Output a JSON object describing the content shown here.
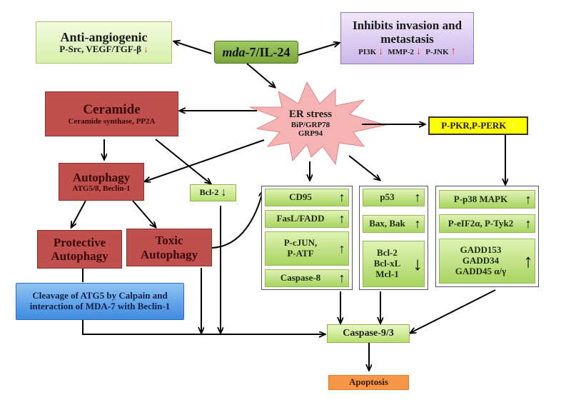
{
  "diagram": {
    "mda7": {
      "prefix": "mda",
      "suffix": "-7/IL-24"
    },
    "anti_angiogenic": {
      "title": "Anti-angiogenic",
      "subtitle": "P-Src, VEGF/TGF-β",
      "arrow": "↓"
    },
    "inhibits": {
      "title_line1": "Inhibits invasion and",
      "title_line2": "metastasis",
      "markers": [
        {
          "label": "PI3K",
          "arrow": "↓"
        },
        {
          "label": "MMP-2",
          "arrow": "↓"
        },
        {
          "label": "P-JNK",
          "arrow": "↑"
        }
      ]
    },
    "er_stress": {
      "title": "ER stress",
      "line2": "BiP/GRP78",
      "line3": "GRP94"
    },
    "ceramide": {
      "title": "Ceramide",
      "subtitle": "Ceramide synthase, PP2A"
    },
    "pkr_perk": {
      "label": "P-PKR,P-PERK",
      "arrow": "↑"
    },
    "autophagy": {
      "title": "Autophagy",
      "subtitle": "ATG5/8, Beclin-1"
    },
    "bcl2_small": {
      "label": "Bcl-2",
      "arrow": "↓"
    },
    "protective": {
      "line1": "Protective",
      "line2": "Autophagy"
    },
    "toxic": {
      "line1": "Toxic",
      "line2": "Autophagy"
    },
    "cleavage": {
      "line1": "Cleavage of ATG5 by Calpain  and",
      "line2": "interaction of MDA-7 with Beclin-1"
    },
    "group1": [
      {
        "label": "CD95",
        "arrow": "↑"
      },
      {
        "label": "FasL/FADD",
        "arrow": "↑"
      },
      {
        "label": "P-cJUN,\nP-ATF",
        "arrow": "↑"
      },
      {
        "label": "Caspase-8",
        "arrow": "↑"
      }
    ],
    "group2": [
      {
        "label": "p53",
        "arrow": "↑"
      },
      {
        "label": "Bax, Bak",
        "arrow": "↑"
      },
      {
        "label": "Bcl-2\nBcl-xL\nMcl-1",
        "arrow": "↓"
      }
    ],
    "group3": [
      {
        "label": "P-p38 MAPK",
        "arrow": "↑"
      },
      {
        "label": "P-eIF2α, P-Tyk2",
        "arrow": "↑"
      },
      {
        "label": "GADD153\nGADD34\nGADD45 α/γ",
        "arrow": "↑"
      }
    ],
    "caspase93": {
      "label": "Caspase-9/3"
    },
    "apoptosis": {
      "label": "Apoptosis"
    }
  }
}
